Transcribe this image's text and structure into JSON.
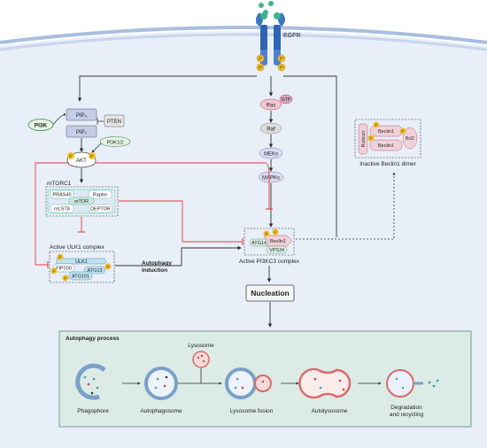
{
  "receptor": {
    "name": "EGFR",
    "phospho": "P"
  },
  "ras_pathway": {
    "ras": "Ras",
    "gtp": "GTP",
    "raf": "Raf",
    "meks": "MEKs",
    "mapks": "MAPKs"
  },
  "pi3k_pathway": {
    "pi3k": "PI3K",
    "pip2": "PIP₂",
    "pip3": "PIP₃",
    "pten": "PTEN",
    "pdk": "PDK1/2",
    "akt": "AKT"
  },
  "mtorc1": {
    "title": "mTORC1",
    "pras40": "PRAS40",
    "raptor": "Raptor",
    "mtor": "mTOR",
    "mlst8": "mLST8",
    "deptor": "DEPTOR"
  },
  "ulk1_complex": {
    "title": "Active ULK1 complex",
    "ulk1": "ULK1",
    "fip200": "FIP200",
    "atg13": "ATG13",
    "atg101": "ATG101"
  },
  "induction_label": "Autophagy induction",
  "pi3kc3_complex": {
    "title": "Active PI3KC3 complex",
    "atg14": "ATG14",
    "beclin1": "Beclin1",
    "vps34": "VPS34"
  },
  "beclin_dimer": {
    "title": "Inactive Beclin1 dimer",
    "rubicon": "Rubicon",
    "beclin1": "Beclin1",
    "bcl2": "Bcl2"
  },
  "nucleation": "Nucleation",
  "process": {
    "title": "Autophagy process",
    "lysosome": "Lysosome",
    "stages": [
      "Phagophore",
      "Autophagosome",
      "Lysosome fusion",
      "Autolysosome",
      "Degradation and recycling"
    ]
  },
  "colors": {
    "membrane": "#a9bfe0",
    "cell_fill": "#e6eef9",
    "panel_fill": "#dfece6",
    "inhibition": "#e23b3b",
    "phospho": "#f2c230"
  }
}
